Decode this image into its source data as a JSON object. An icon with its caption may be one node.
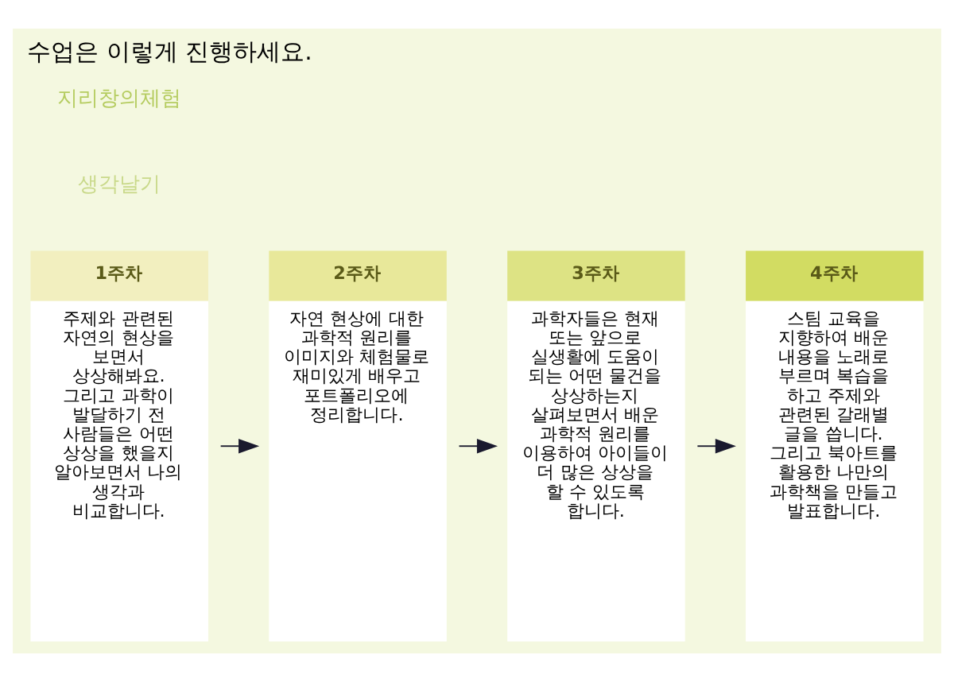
{
  "diagram": {
    "title": "수업은 이렇게 진행하세요.",
    "nodes": [
      {
        "text": [
          "1주차",
          "주제와 관련된 자연의 현상을 보면서 상상해봐요. 그리고 과학이 발달하기 전 사람들은 어떤 상상을 했을지 알아보면서 나의 생각과 비교합니다."
        ]
      },
      {
        "text": [
          "2주차",
          "자연 현상에 대한 과학적 원리를 이미지와 체험물로 재미있게 배우고 포트폴리오에 정리합니다."
        ]
      },
      {
        "text": [
          "3주차",
          "과학자들은 현재 또는 앞으로 실생활에 도움이 되는 어떤 물건을 상상하는지 살펴보면서 배운 과학적 원리를 이용하여 아이들이 더 많은 상상을 할 수 있도록 합니다."
        ]
      },
      {
        "text": [
          "4주차",
          "스팀 교육을 지향하여 배운 내용을 노래로 부르며 복습을 하고 주제와 관련된 갈래별 글을 씁니다. 그리고 북아트를 활용한 나만의 과학책을 만들고 발표합니다."
        ]
      }
    ],
    "edges": [
      {
        "from": 0,
        "to": 1,
        "arrow": "to"
      },
      {
        "from": 1,
        "to": 2,
        "arrow": "to"
      },
      {
        "from": 2,
        "to": 3,
        "arrow": "to"
      }
    ],
    "labels": [
      "생각날기",
      "지리창의체험"
    ]
  }
}
